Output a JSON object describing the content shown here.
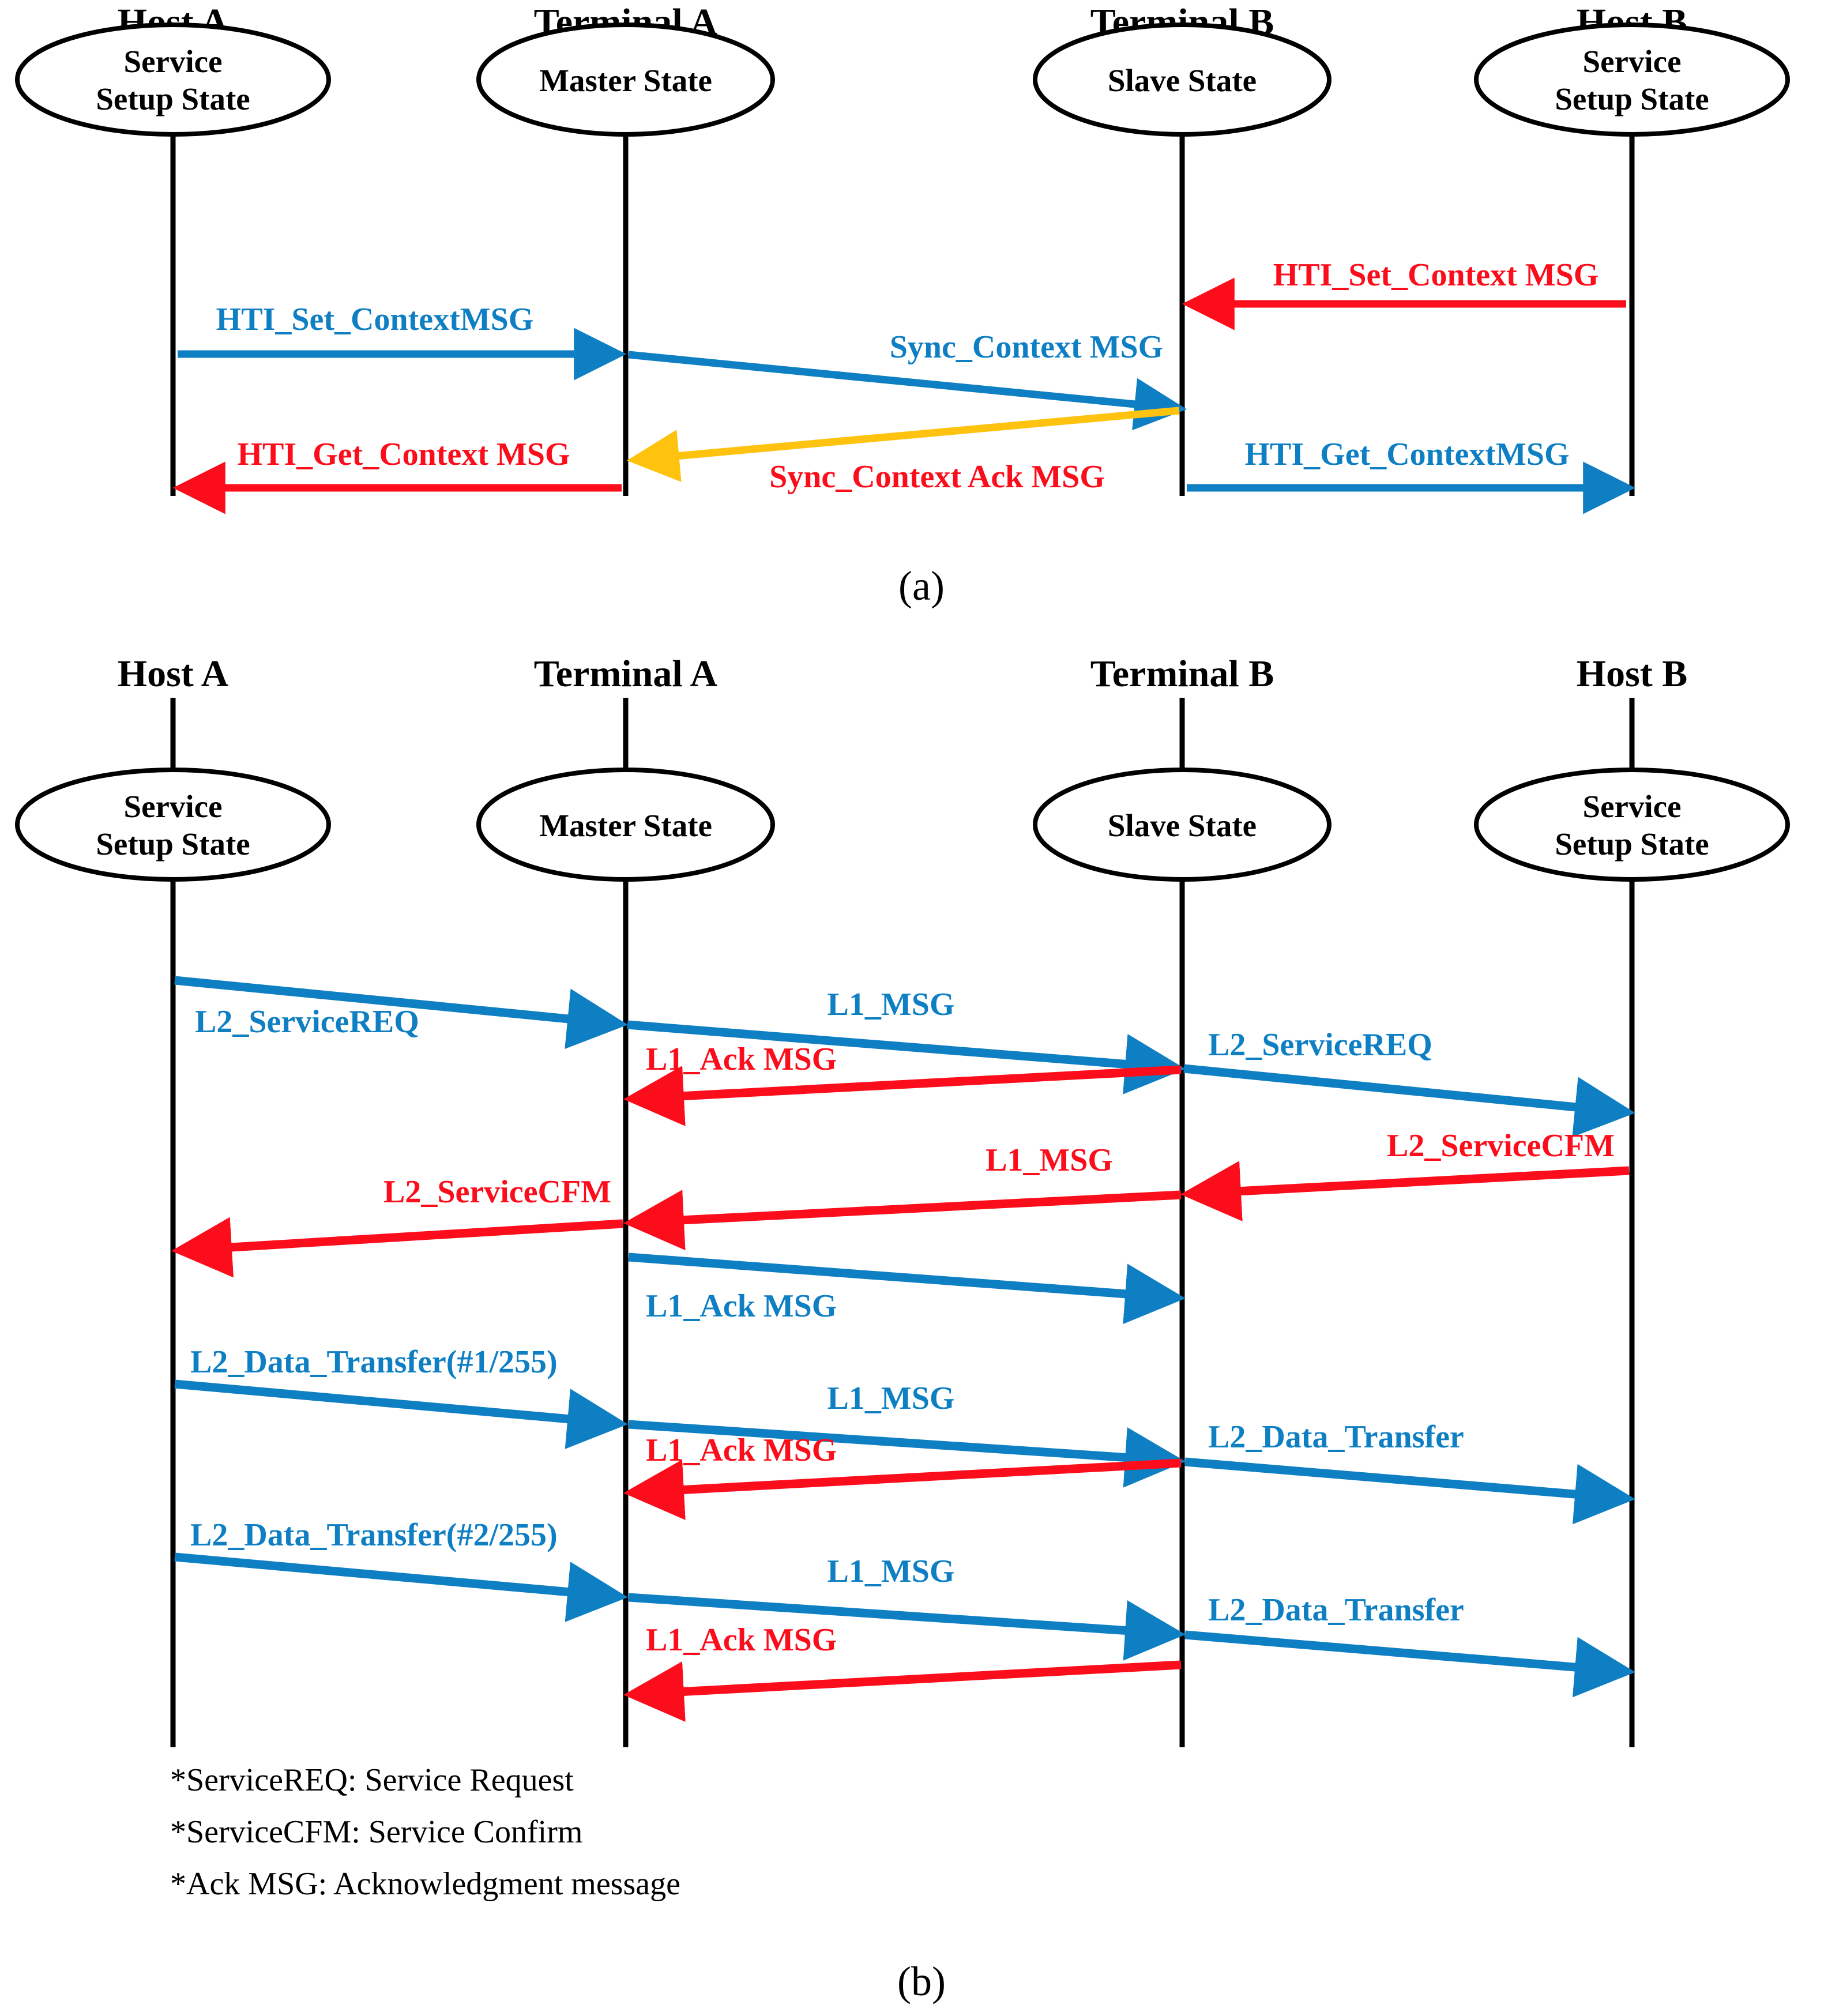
{
  "figure": {
    "panels": [
      {
        "id": "a",
        "caption": "(a)",
        "actors": [
          {
            "title": "Host A",
            "state_line1": "Service",
            "state_line2": "Setup State"
          },
          {
            "title": "Terminal A",
            "state_line1": "Master State",
            "state_line2": ""
          },
          {
            "title": "Terminal B",
            "state_line1": "Slave State",
            "state_line2": ""
          },
          {
            "title": "Host B",
            "state_line1": "Service",
            "state_line2": "Setup State"
          }
        ],
        "messages": [
          {
            "label": "HTI_Set_ContextMSG",
            "color": "blue",
            "from": "Host A",
            "to": "Terminal A"
          },
          {
            "label": "HTI_Set_Context MSG",
            "color": "red",
            "from": "Host B",
            "to": "Terminal B"
          },
          {
            "label": "Sync_Context MSG",
            "color": "blue",
            "from": "Terminal A",
            "to": "Terminal B"
          },
          {
            "label": "Sync_Context Ack MSG",
            "color": "yellow",
            "from": "Terminal B",
            "to": "Terminal A"
          },
          {
            "label": "HTI_Get_Context MSG",
            "color": "red",
            "from": "Terminal A",
            "to": "Host A"
          },
          {
            "label": "HTI_Get_ContextMSG",
            "color": "blue",
            "from": "Terminal B",
            "to": "Host B"
          }
        ]
      },
      {
        "id": "b",
        "caption": "(b)",
        "actors": [
          {
            "title": "Host A",
            "state_line1": "Service",
            "state_line2": "Setup State"
          },
          {
            "title": "Terminal A",
            "state_line1": "Master State",
            "state_line2": ""
          },
          {
            "title": "Terminal B",
            "state_line1": "Slave State",
            "state_line2": ""
          },
          {
            "title": "Host B",
            "state_line1": "Service",
            "state_line2": "Setup State"
          }
        ],
        "messages": [
          {
            "label": "L2_ServiceREQ",
            "color": "blue",
            "from": "Host A",
            "to": "Terminal A"
          },
          {
            "label": "L1_MSG",
            "color": "blue",
            "from": "Terminal A",
            "to": "Terminal B"
          },
          {
            "label": "L2_ServiceREQ",
            "color": "blue",
            "from": "Terminal B",
            "to": "Host B"
          },
          {
            "label": "L1_Ack MSG",
            "color": "red",
            "from": "Terminal B",
            "to": "Terminal A"
          },
          {
            "label": "L2_ServiceCFM",
            "color": "red",
            "from": "Host B",
            "to": "Terminal B"
          },
          {
            "label": "L1_MSG",
            "color": "red",
            "from": "Terminal B",
            "to": "Terminal A"
          },
          {
            "label": "L2_ServiceCFM",
            "color": "red",
            "from": "Terminal A",
            "to": "Host A"
          },
          {
            "label": "L1_Ack MSG",
            "color": "blue",
            "from": "Terminal A",
            "to": "Terminal B"
          },
          {
            "label": "L2_Data_Transfer(#1/255)",
            "color": "blue",
            "from": "Host A",
            "to": "Terminal A"
          },
          {
            "label": "L1_MSG",
            "color": "blue",
            "from": "Terminal A",
            "to": "Terminal B"
          },
          {
            "label": "L2_Data_Transfer",
            "color": "blue",
            "from": "Terminal B",
            "to": "Host B"
          },
          {
            "label": "L1_Ack MSG",
            "color": "red",
            "from": "Terminal B",
            "to": "Terminal A"
          },
          {
            "label": "L2_Data_Transfer(#2/255)",
            "color": "blue",
            "from": "Host A",
            "to": "Terminal A"
          },
          {
            "label": "L1_MSG",
            "color": "blue",
            "from": "Terminal A",
            "to": "Terminal B"
          },
          {
            "label": "L2_Data_Transfer",
            "color": "blue",
            "from": "Terminal B",
            "to": "Host B"
          },
          {
            "label": "L1_Ack MSG",
            "color": "red",
            "from": "Terminal B",
            "to": "Terminal A"
          }
        ],
        "notes": [
          "*ServiceREQ: Service Request",
          "*ServiceCFM: Service Confirm",
          "*Ack MSG: Acknowledgment  message"
        ]
      }
    ],
    "colors": {
      "blue": "#0f7fc4",
      "red": "#fc0d1b",
      "yellow": "#ffc20e",
      "black": "#000000",
      "background": "#ffffff"
    }
  },
  "panel_a": {
    "actor_titles": {
      "a0": "Host A",
      "a1": "Terminal A",
      "a2": "Terminal B",
      "a3": "Host B"
    },
    "states": {
      "s0l1": "Service",
      "s0l2": "Setup State",
      "s1l1": "Master State",
      "s2l1": "Slave State",
      "s3l1": "Service",
      "s3l2": "Setup State"
    },
    "msg": {
      "m0": "HTI_Set_ContextMSG",
      "m1": "HTI_Set_Context MSG",
      "m2": "Sync_Context MSG",
      "m3": "Sync_Context Ack MSG",
      "m4": "HTI_Get_Context MSG",
      "m5": "HTI_Get_ContextMSG"
    },
    "caption": "(a)"
  },
  "panel_b": {
    "actor_titles": {
      "a0": "Host A",
      "a1": "Terminal A",
      "a2": "Terminal B",
      "a3": "Host B"
    },
    "states": {
      "s0l1": "Service",
      "s0l2": "Setup State",
      "s1l1": "Master State",
      "s2l1": "Slave State",
      "s3l1": "Service",
      "s3l2": "Setup State"
    },
    "msg": {
      "m0": "L2_ServiceREQ",
      "m1": "L1_MSG",
      "m2": "L2_ServiceREQ",
      "m3": "L1_Ack MSG",
      "m4": "L2_ServiceCFM",
      "m5": "L1_MSG",
      "m6": "L2_ServiceCFM",
      "m7": "L1_Ack MSG",
      "m8": "L2_Data_Transfer(#1/255)",
      "m9": "L1_MSG",
      "m10": "L2_Data_Transfer",
      "m11": "L1_Ack MSG",
      "m12": "L2_Data_Transfer(#2/255)",
      "m13": "L1_MSG",
      "m14": "L2_Data_Transfer",
      "m15": "L1_Ack MSG"
    },
    "notes": {
      "n0": "*ServiceREQ: Service Request",
      "n1": "*ServiceCFM: Service Confirm",
      "n2": "*Ack MSG: Acknowledgment  message"
    },
    "caption": "(b)"
  }
}
